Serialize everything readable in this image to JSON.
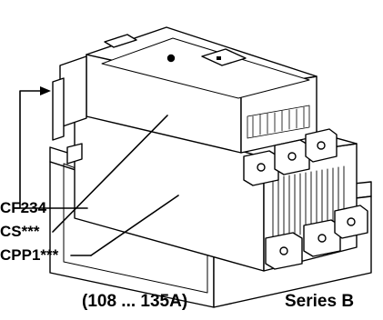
{
  "labels": {
    "cf234": "CF234",
    "cs": "CS***",
    "cpp1": "CPP1***"
  },
  "captions": {
    "range": "(108 ... 135A)",
    "series": "Series B"
  }
}
